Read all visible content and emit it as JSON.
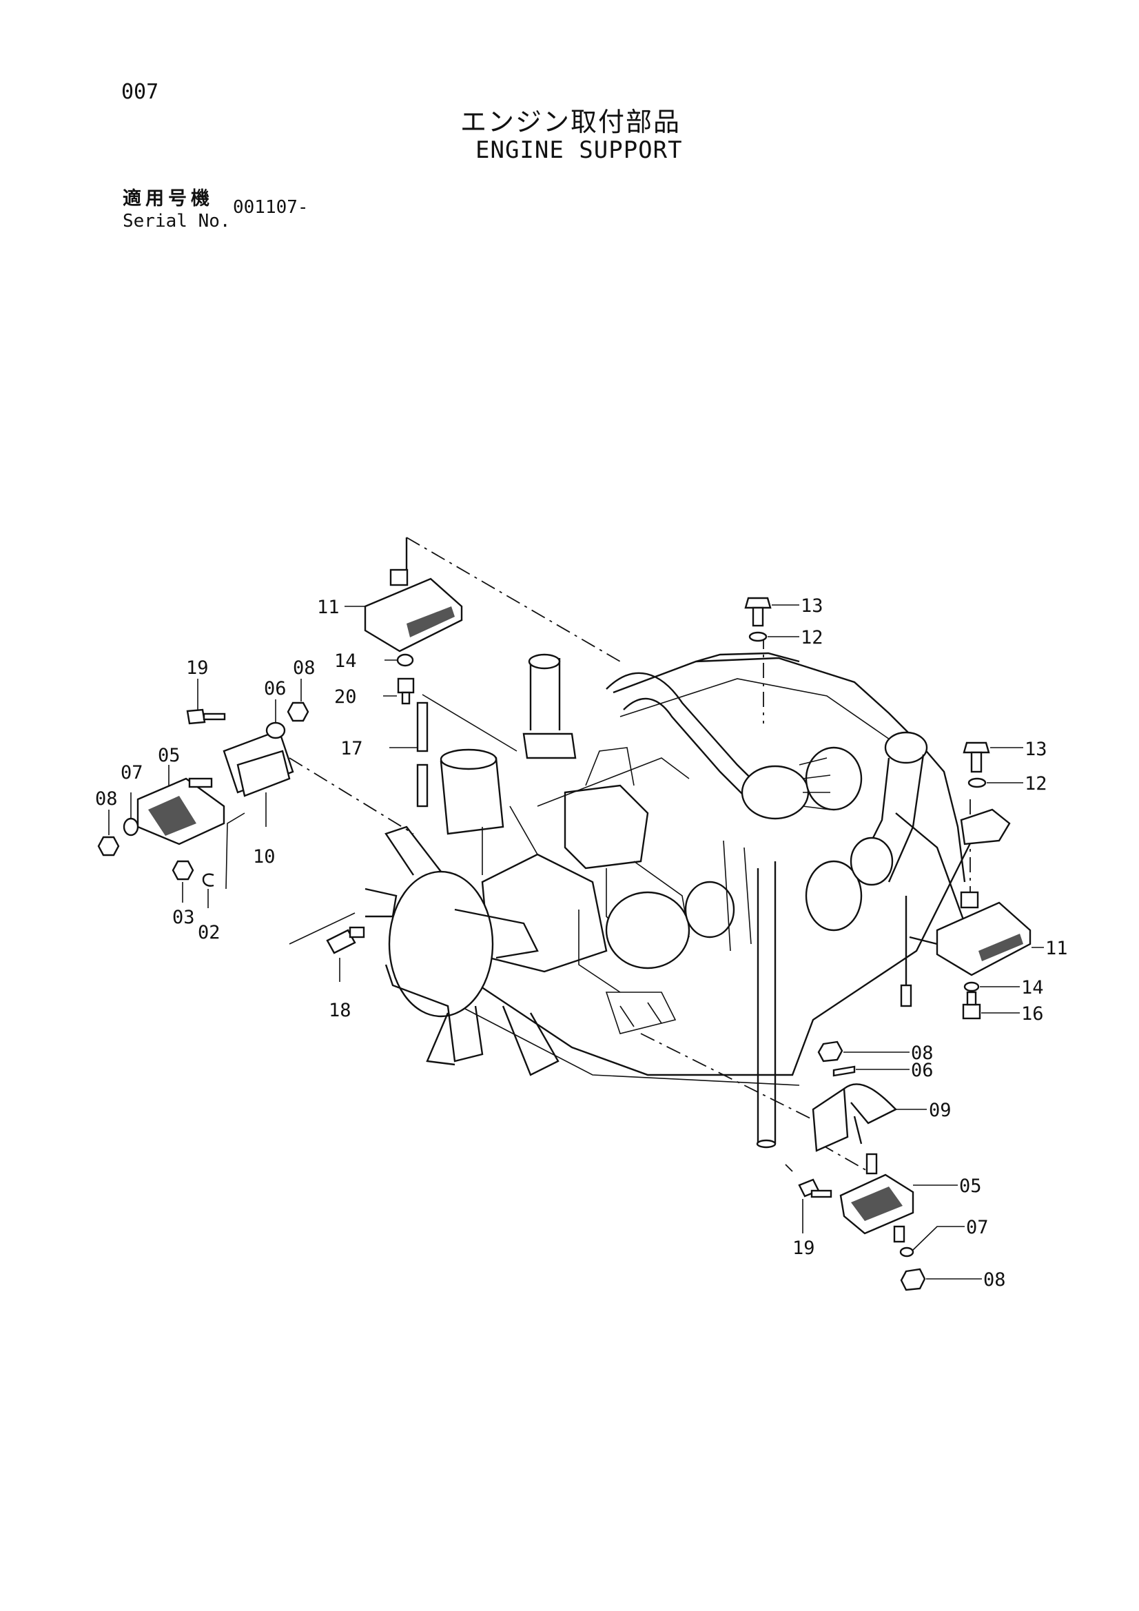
{
  "page_number": "007",
  "title_jp": "エンジン取付部品",
  "title_en": "ENGINE SUPPORT",
  "serial": {
    "label_jp": "適用号機",
    "label_en": "Serial No.",
    "value": "001107-"
  },
  "callouts": {
    "c11_top": "11",
    "c13_top": "13",
    "c12_top": "12",
    "c14_top": "14",
    "c20": "20",
    "c17": "17",
    "c19_left": "19",
    "c06_left": "06",
    "c08_left_top": "08",
    "c05_left": "05",
    "c07_left": "07",
    "c08_left": "08",
    "c10": "10",
    "c03": "03",
    "c02": "02",
    "c18": "18",
    "c13_right": "13",
    "c12_right": "12",
    "c11_right": "11",
    "c14_right": "14",
    "c16": "16",
    "c08_br_top": "08",
    "c06_br": "06",
    "c09": "09",
    "c05_br": "05",
    "c19_br": "19",
    "c07_br": "07",
    "c08_br_bottom": "08"
  }
}
